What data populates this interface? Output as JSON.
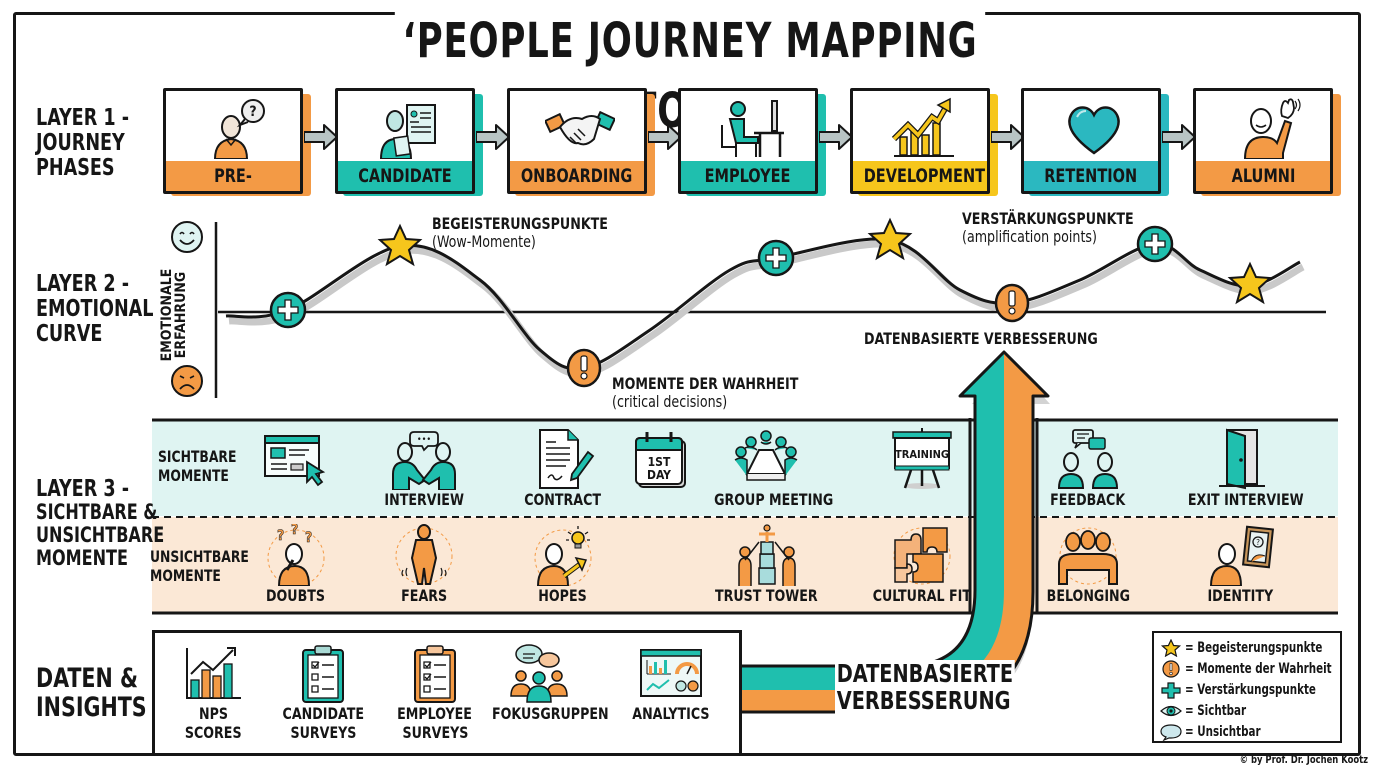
{
  "title": "‘PEOPLE JOURNEY MAPPING TOOL’",
  "colors": {
    "teal": "#1fbfae",
    "orange": "#f39a45",
    "yellow": "#f6c61c",
    "retention_blue": "#2bb8c0",
    "visible_band": "#dff4f2",
    "invisible_band": "#fbe8d6",
    "ink": "#161616"
  },
  "layer1": {
    "label": [
      "LAYER 1 -",
      "JOURNEY",
      "PHASES"
    ],
    "phases": [
      {
        "label": "PRE-CANDIDATE",
        "icon": "person-question-icon",
        "color": "orange"
      },
      {
        "label": "CANDIDATE",
        "icon": "person-resume-icon",
        "color": "teal"
      },
      {
        "label": "ONBOARDING",
        "icon": "handshake-icon",
        "color": "orange"
      },
      {
        "label": "EMPLOYEE",
        "icon": "person-at-desk-icon",
        "color": "teal"
      },
      {
        "label": "DEVELOPMENT",
        "icon": "growth-chart-icon",
        "color": "yellow"
      },
      {
        "label": "RETENTION",
        "icon": "heart-icon",
        "color": "retention_blue"
      },
      {
        "label": "ALUMNI",
        "icon": "person-waving-icon",
        "color": "orange"
      }
    ]
  },
  "layer2": {
    "label": [
      "LAYER 2 -",
      "EMOTIONAL",
      "CURVE"
    ],
    "axis_label": [
      "EMOTIONALE",
      "ERFAHRUNG"
    ],
    "positive_face": "happy-face-icon",
    "negative_face": "sad-face-icon",
    "annotations": {
      "wow_title": "BEGEISTERUNGSPUNKTE",
      "wow_sub": "(Wow-Momente)",
      "truth_title": "MOMENTE DER WAHRHEIT",
      "truth_sub": "(critical decisions)",
      "amp_title": "VERSTÄRKUNGSPUNKTE",
      "amp_sub": "(amplification points)",
      "data_title": "DATENBASIERTE VERBESSERUNG"
    },
    "markers": [
      {
        "type": "plus",
        "phase_position": 0.08
      },
      {
        "type": "star",
        "phase_position": 0.16
      },
      {
        "type": "exclamation",
        "phase_position": 0.33
      },
      {
        "type": "plus",
        "phase_position": 0.51
      },
      {
        "type": "star",
        "phase_position": 0.62
      },
      {
        "type": "exclamation",
        "phase_position": 0.73
      },
      {
        "type": "plus",
        "phase_position": 0.87
      },
      {
        "type": "star",
        "phase_position": 0.96
      }
    ]
  },
  "layer3": {
    "label": [
      "LAYER 3 -",
      "SICHTBARE &",
      "UNSICHTBARE",
      "MOMENTE"
    ],
    "visible_label": [
      "SICHTBARE",
      "MOMENTE"
    ],
    "invisible_label": [
      "UNSICHTBARE",
      "MOMENTE"
    ],
    "visible": [
      {
        "label": "",
        "icon": "job-posting-click-icon"
      },
      {
        "label": "INTERVIEW",
        "icon": "interview-icon"
      },
      {
        "label": "CONTRACT",
        "icon": "contract-icon"
      },
      {
        "label": "",
        "icon": "first-day-calendar-icon",
        "icon_text": [
          "1ST",
          "DAY"
        ]
      },
      {
        "label": "GROUP MEETING",
        "icon": "group-meeting-icon"
      },
      {
        "label": "",
        "icon": "training-board-icon",
        "icon_text": "TRAINING"
      },
      {
        "label": "FEEDBACK",
        "icon": "feedback-icon"
      },
      {
        "label": "EXIT INTERVIEW",
        "icon": "exit-door-icon"
      }
    ],
    "invisible": [
      {
        "label": "DOUBTS",
        "icon": "doubts-icon"
      },
      {
        "label": "FEARS",
        "icon": "fears-icon"
      },
      {
        "label": "HOPES",
        "icon": "hopes-icon"
      },
      {
        "label": "TRUST TOWER",
        "icon": "trust-tower-icon"
      },
      {
        "label": "CULTURAL FIT",
        "icon": "puzzle-icon"
      },
      {
        "label": "BELONGING",
        "icon": "belonging-icon"
      },
      {
        "label": "IDENTITY",
        "icon": "identity-mirror-icon"
      }
    ]
  },
  "data": {
    "label": [
      "DATEN &",
      "INSIGHTS"
    ],
    "items": [
      {
        "label": [
          "NPS",
          "SCORES"
        ],
        "icon": "bar-chart-icon"
      },
      {
        "label": [
          "CANDIDATE",
          "SURVEYS"
        ],
        "icon": "clipboard-teal-icon"
      },
      {
        "label": [
          "EMPLOYEE",
          "SURVEYS"
        ],
        "icon": "clipboard-orange-icon"
      },
      {
        "label": [
          "FOKUSGRUPPEN",
          ""
        ],
        "icon": "focus-group-icon"
      },
      {
        "label": [
          "ANALYTICS",
          ""
        ],
        "icon": "dashboard-icon"
      }
    ],
    "improvement_label": [
      "DATENBASIERTE",
      "VERBESSERUNG"
    ]
  },
  "legend": [
    {
      "icon": "star-icon",
      "text": "= Begeisterungspunkte"
    },
    {
      "icon": "exclamation-icon",
      "text": "= Momente der Wahrheit"
    },
    {
      "icon": "plus-icon",
      "text": "= Verstärkungspunkte"
    },
    {
      "icon": "eye-icon",
      "text": "= Sichtbar"
    },
    {
      "icon": "speech-bubble-icon",
      "text": "= Unsichtbar"
    }
  ],
  "credit": "© by Prof. Dr. Jochen Kootz"
}
